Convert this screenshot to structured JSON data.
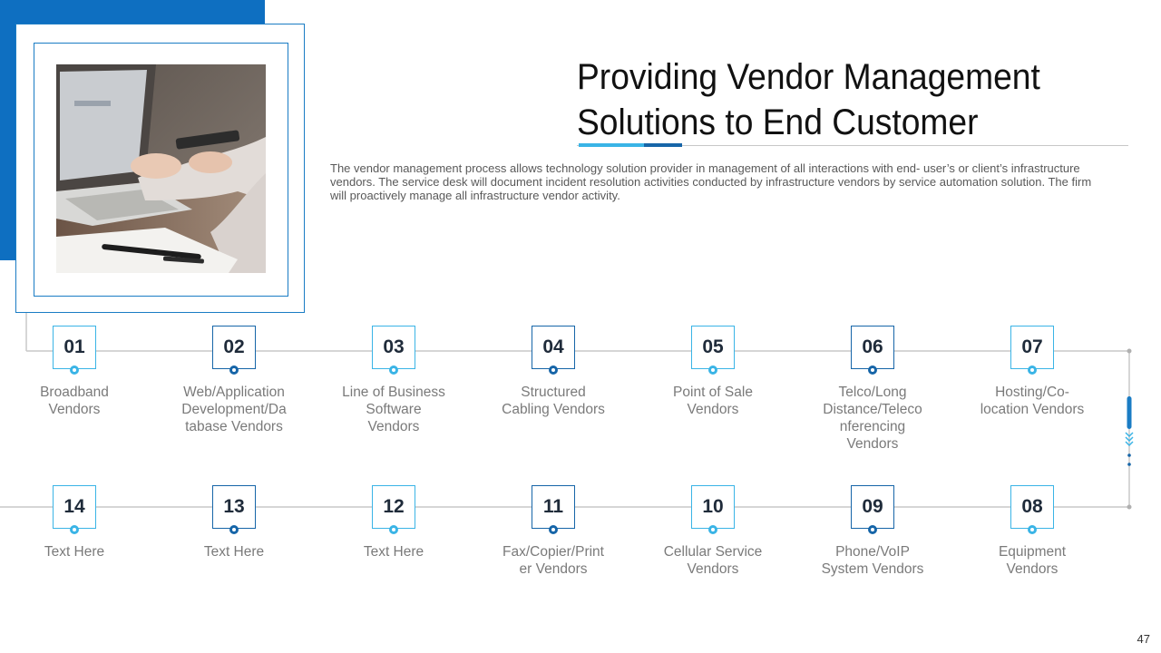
{
  "slide": {
    "title_line1": "Providing Vendor Management",
    "title_line2": "Solutions to End Customer",
    "description": "The vendor management process allows technology solution provider in management of all interactions with end- user’s or client’s infrastructure vendors. The service desk will document incident resolution activities conducted by infrastructure vendors by service automation solution. The firm will proactively manage all infrastructure vendor activity.",
    "page_number": "47"
  },
  "colors": {
    "primary_blue": "#0e6fc1",
    "accent_light": "#3ab4e6",
    "accent_dark": "#1665a8",
    "line_gray": "#c8c8c8"
  },
  "steps_top": [
    {
      "num": "01",
      "lines": [
        "Broadband",
        "Vendors"
      ],
      "tone": "light"
    },
    {
      "num": "02",
      "lines": [
        "Web/Application",
        "Development/Da",
        "tabase Vendors"
      ],
      "tone": "dark"
    },
    {
      "num": "03",
      "lines": [
        "Line of Business",
        "Software",
        "Vendors"
      ],
      "tone": "light"
    },
    {
      "num": "04",
      "lines": [
        "Structured",
        "Cabling Vendors"
      ],
      "tone": "dark"
    },
    {
      "num": "05",
      "lines": [
        "Point of Sale",
        "Vendors"
      ],
      "tone": "light"
    },
    {
      "num": "06",
      "lines": [
        "Telco/Long",
        "Distance/Teleco",
        "nferencing",
        "Vendors"
      ],
      "tone": "dark"
    },
    {
      "num": "07",
      "lines": [
        "Hosting/Co-",
        "location Vendors"
      ],
      "tone": "light"
    }
  ],
  "steps_bottom": [
    {
      "num": "14",
      "lines": [
        "Text Here"
      ],
      "tone": "light"
    },
    {
      "num": "13",
      "lines": [
        "Text Here"
      ],
      "tone": "dark"
    },
    {
      "num": "12",
      "lines": [
        "Text Here"
      ],
      "tone": "light"
    },
    {
      "num": "11",
      "lines": [
        "Fax/Copier/Print",
        "er Vendors"
      ],
      "tone": "dark"
    },
    {
      "num": "10",
      "lines": [
        "Cellular Service",
        "Vendors"
      ],
      "tone": "light"
    },
    {
      "num": "09",
      "lines": [
        "Phone/VoIP",
        "System Vendors"
      ],
      "tone": "dark"
    },
    {
      "num": "08",
      "lines": [
        "Equipment",
        "Vendors"
      ],
      "tone": "light"
    }
  ]
}
